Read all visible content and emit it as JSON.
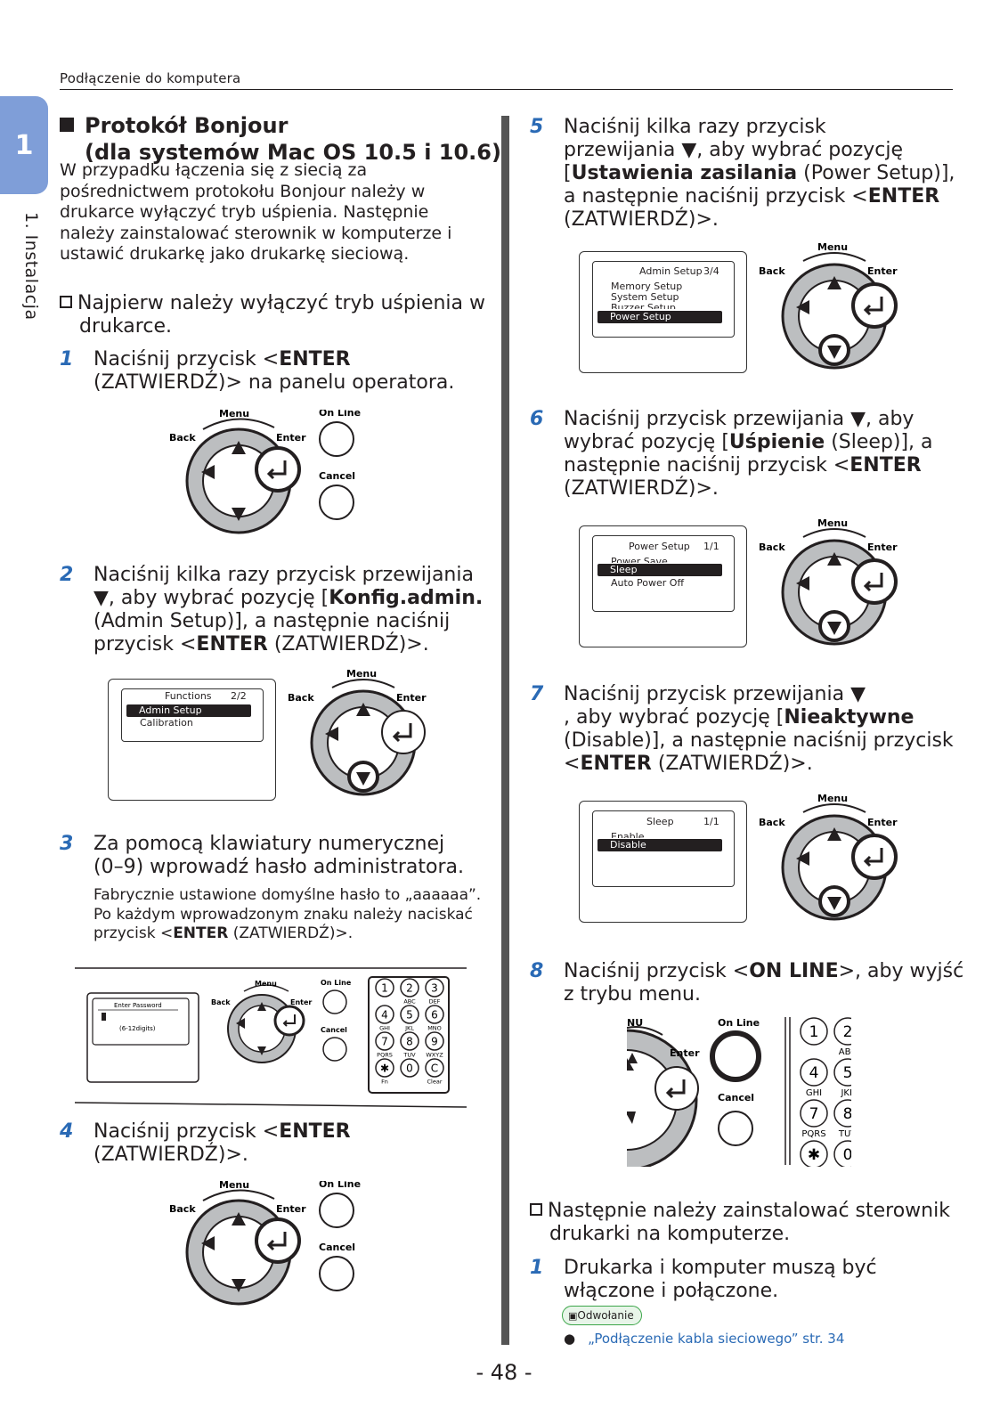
{
  "header": {
    "section": "Podłączenie do komputera"
  },
  "tab": {
    "number": "1",
    "label": "1. Instalacja"
  },
  "heading": {
    "line1": "Protokół Bonjour",
    "line2": "(dla systemów Mac OS 10.5 i 10.6)"
  },
  "intro": {
    "l1": "W przypadku łączenia się z siecią za",
    "l2": "pośrednictwem protokołu Bonjour należy w",
    "l3": "drukarce wyłączyć tryb uśpienia. Następnie",
    "l4": "należy zainstalować sterownik w komputerze i",
    "l5": "ustawić drukarkę jako drukarkę sieciową."
  },
  "check1": {
    "l1": "Najpierw należy wyłączyć tryb uśpienia w",
    "l2": "drukarce."
  },
  "panel": {
    "menu": "Menu",
    "back": "Back",
    "enter": "Enter",
    "online": "On Line",
    "cancel": "Cancel",
    "keys": [
      "1",
      "2",
      "3",
      "4",
      "5",
      "6",
      "7",
      "8",
      "9",
      "0"
    ],
    "keylabels": [
      "ABC",
      "DEF",
      "GHI",
      "JKL",
      "MNO",
      "PQRS",
      "TUV",
      "WXYZ"
    ],
    "fn": "Fn",
    "clear": "Clear"
  },
  "steps": {
    "s1": {
      "n": "1",
      "a": "Naciśnij przycisk <",
      "b": "ENTER",
      "c": "(ZATWIERDŹ)> na panelu operatora."
    },
    "s2": {
      "n": "2",
      "l1": "Naciśnij kilka razy przycisk przewijania",
      "l2a": "▼, aby wybrać pozycję [",
      "l2b": "Konfig.admin.",
      "l3": "(Admin Setup)], a następnie naciśnij",
      "l4a": "przycisk <",
      "l4b": "ENTER",
      "l4c": " (ZATWIERDŹ)>."
    },
    "s3": {
      "n": "3",
      "l1": "Za pomocą klawiatury numerycznej",
      "l2": "(0–9) wprowadź hasło administratora.",
      "n1": "Fabrycznie ustawione domyślne hasło to „aaaaaa”.",
      "n2": "Po każdym wprowadzonym znaku należy naciskać",
      "n3a": "przycisk <",
      "n3b": "ENTER",
      "n3c": " (ZATWIERDŹ)>."
    },
    "s4": {
      "n": "4",
      "a": "Naciśnij przycisk <",
      "b": "ENTER",
      "c": "(ZATWIERDŹ)>."
    },
    "s5": {
      "n": "5",
      "l1": "Naciśnij kilka razy przycisk",
      "l2": "przewijania ▼, aby wybrać pozycję",
      "l3a": "[",
      "l3b": "Ustawienia zasilania",
      "l3c": " (Power Setup)],",
      "l4a": "a następnie naciśnij przycisk <",
      "l4b": "ENTER",
      "l5": "(ZATWIERDŹ)>."
    },
    "s6": {
      "n": "6",
      "l1": "Naciśnij przycisk przewijania ▼, aby",
      "l2a": "wybrać pozycję [",
      "l2b": "Uśpienie",
      "l2c": " (Sleep)], a",
      "l3a": "następnie naciśnij przycisk <",
      "l3b": "ENTER",
      "l4": "(ZATWIERDŹ)>."
    },
    "s7": {
      "n": "7",
      "l1": "Naciśnij przycisk przewijania ▼",
      "l2a": ", aby wybrać pozycję [",
      "l2b": "Nieaktywne",
      "l3": "(Disable)], a następnie naciśnij przycisk",
      "l4a": "<",
      "l4b": "ENTER",
      "l4c": " (ZATWIERDŹ)>."
    },
    "s8": {
      "n": "8",
      "l1a": "Naciśnij przycisk <",
      "l1b": "ON LINE",
      "l1c": ">, aby wyjść",
      "l2": "z trybu menu."
    }
  },
  "lcd": {
    "admin": {
      "title": "Functions",
      "page": "2/2",
      "sel": "Admin Setup",
      "next": "Calibration"
    },
    "password": {
      "title": "Enter Password",
      "hint": "(6-12digits)"
    },
    "power": {
      "title": "Admin Setup",
      "page": "3/4",
      "i1": "Memory Setup",
      "i2": "System Setup",
      "i3": "Buzzer Setup",
      "sel": "Power Setup"
    },
    "sleep": {
      "title": "Power Setup",
      "page": "1/1",
      "i1": "Power Save",
      "sel": "Sleep",
      "i3": "Auto Power Off"
    },
    "disable": {
      "title": "Sleep",
      "page": "1/1",
      "i1": "Enable",
      "sel": "Disable"
    }
  },
  "check2": {
    "l1": "Następnie należy zainstalować sterownik",
    "l2": "drukarki na komputerze."
  },
  "final": {
    "n": "1",
    "l1": "Drukarka i komputer muszą być",
    "l2": "włączone i połączone."
  },
  "reference": {
    "badge": "Odwołanie",
    "link": "„Podłączenie kabla sieciowego” str. 34"
  },
  "page": "- 48 -"
}
